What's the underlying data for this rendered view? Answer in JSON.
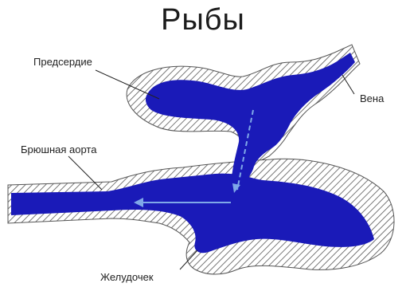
{
  "title": "Рыбы",
  "labels": {
    "atrium": "Предсердие",
    "vein": "Вена",
    "aorta": "Брюшная аорта",
    "ventricle": "Желудочек"
  },
  "colors": {
    "blood": "#1a1ab8",
    "hatch": "#555555",
    "arrow": "#7fa8e8"
  }
}
